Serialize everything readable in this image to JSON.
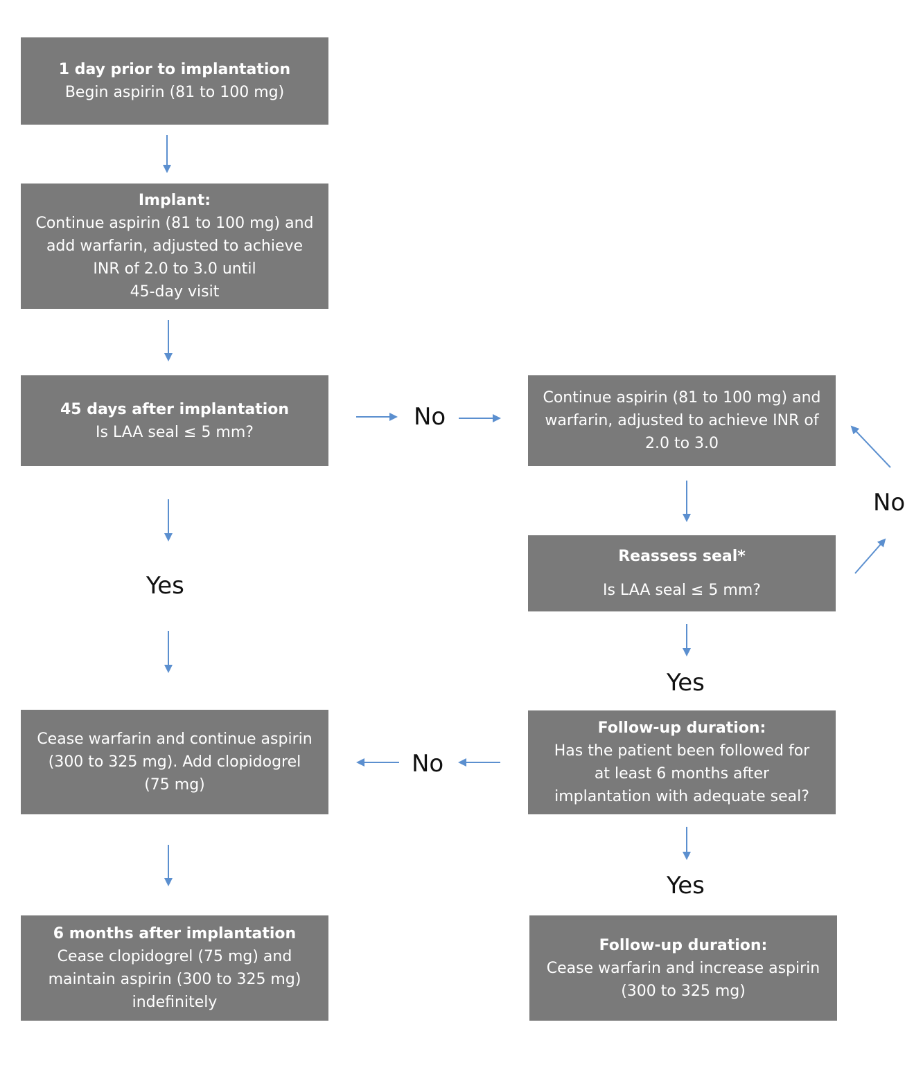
{
  "colors": {
    "box": "#7a7a7a",
    "arrow": "#5b8fcf",
    "box_text": "#ffffff",
    "label_text": "#111111"
  },
  "boxes": {
    "pre": {
      "title": "1 day prior to implantation",
      "line1": "Begin aspirin (81 to 100 mg)"
    },
    "implant": {
      "title": "Implant:",
      "line1": "Continue aspirin (81 to 100 mg) and",
      "line2": "add warfarin, adjusted to achieve",
      "line3": "INR of 2.0 to 3.0 until",
      "line4": "45-day visit"
    },
    "day45": {
      "title": "45 days after implantation",
      "line1": "Is LAA seal ≤ 5 mm?"
    },
    "continue": {
      "line1": "Continue aspirin (81 to 100 mg) and",
      "line2": "warfarin, adjusted to achieve INR of",
      "line3": "2.0 to 3.0"
    },
    "reassess": {
      "title": "Reassess seal*",
      "line1": "Is LAA seal ≤ 5 mm?"
    },
    "cease_warfarin": {
      "line1": "Cease warfarin and continue aspirin",
      "line2": "(300 to 325 mg). Add clopidogrel",
      "line3": "(75 mg)"
    },
    "followup": {
      "title": "Follow-up duration:",
      "line1": "Has the patient been followed for",
      "line2": "at least 6 months after",
      "line3": "implantation with adequate seal?"
    },
    "month6": {
      "title": "6 months after implantation",
      "line1": "Cease clopidogrel (75 mg) and",
      "line2": "maintain aspirin (300 to 325 mg)",
      "line3": "indefinitely"
    },
    "followup2": {
      "title": "Follow-up duration:",
      "line1": "Cease warfarin and increase aspirin",
      "line2": "(300 to 325 mg)"
    }
  },
  "labels": {
    "no_day45": "No",
    "yes_day45": "Yes",
    "no_reassess": "No",
    "yes_reassess": "Yes",
    "no_followup": "No",
    "yes_followup": "Yes"
  }
}
